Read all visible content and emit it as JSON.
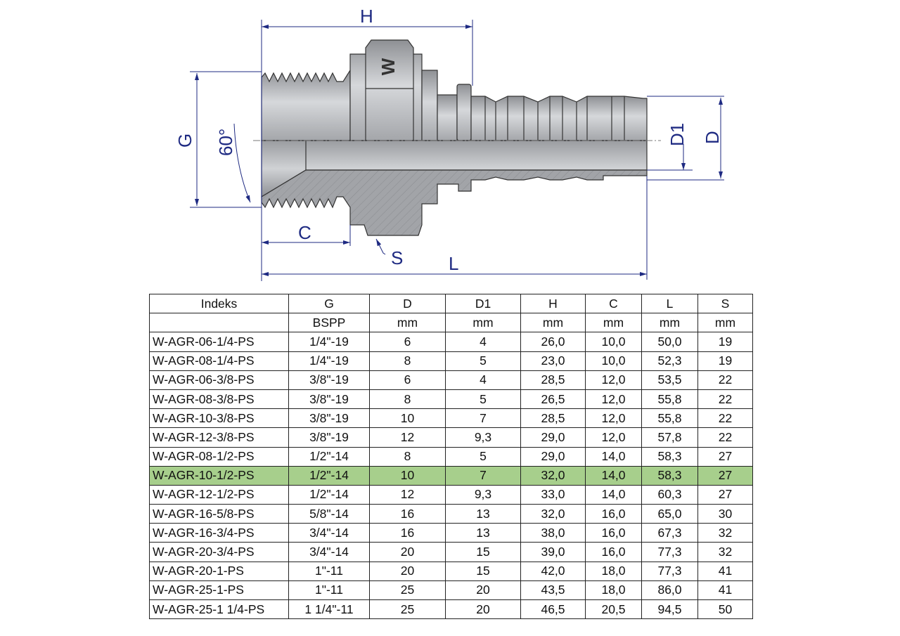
{
  "drawing": {
    "labels": {
      "H": "H",
      "G": "G",
      "angle": "60°",
      "C": "C",
      "S": "S",
      "L": "L",
      "D1": "D1",
      "D": "D"
    },
    "colors": {
      "dimension": "#1e2a82",
      "metal": "#b4b6ba",
      "section": "#9a9ca0",
      "highlight": "#a7cf8c"
    }
  },
  "table": {
    "headers": [
      "Indeks",
      "G",
      "D",
      "D1",
      "H",
      "C",
      "L",
      "S"
    ],
    "units": [
      "",
      "BSPP",
      "mm",
      "mm",
      "mm",
      "mm",
      "mm",
      "mm"
    ],
    "highlighted_row": 7,
    "rows": [
      [
        "W-AGR-06-1/4-PS",
        "1/4\"-19",
        "6",
        "4",
        "26,0",
        "10,0",
        "50,0",
        "19"
      ],
      [
        "W-AGR-08-1/4-PS",
        "1/4\"-19",
        "8",
        "5",
        "23,0",
        "10,0",
        "52,3",
        "19"
      ],
      [
        "W-AGR-06-3/8-PS",
        "3/8\"-19",
        "6",
        "4",
        "28,5",
        "12,0",
        "53,5",
        "22"
      ],
      [
        "W-AGR-08-3/8-PS",
        "3/8\"-19",
        "8",
        "5",
        "26,5",
        "12,0",
        "55,8",
        "22"
      ],
      [
        "W-AGR-10-3/8-PS",
        "3/8\"-19",
        "10",
        "7",
        "28,5",
        "12,0",
        "55,8",
        "22"
      ],
      [
        "W-AGR-12-3/8-PS",
        "3/8\"-19",
        "12",
        "9,3",
        "29,0",
        "12,0",
        "57,8",
        "22"
      ],
      [
        "W-AGR-08-1/2-PS",
        "1/2\"-14",
        "8",
        "5",
        "29,0",
        "14,0",
        "58,3",
        "27"
      ],
      [
        "W-AGR-10-1/2-PS",
        "1/2\"-14",
        "10",
        "7",
        "32,0",
        "14,0",
        "58,3",
        "27"
      ],
      [
        "W-AGR-12-1/2-PS",
        "1/2\"-14",
        "12",
        "9,3",
        "33,0",
        "14,0",
        "60,3",
        "27"
      ],
      [
        "W-AGR-16-5/8-PS",
        "5/8\"-14",
        "16",
        "13",
        "32,0",
        "16,0",
        "65,0",
        "30"
      ],
      [
        "W-AGR-16-3/4-PS",
        "3/4\"-14",
        "16",
        "13",
        "38,0",
        "16,0",
        "67,3",
        "32"
      ],
      [
        "W-AGR-20-3/4-PS",
        "3/4\"-14",
        "20",
        "15",
        "39,0",
        "16,0",
        "77,3",
        "32"
      ],
      [
        "W-AGR-20-1-PS",
        "1\"-11",
        "20",
        "15",
        "42,0",
        "18,0",
        "77,3",
        "41"
      ],
      [
        "W-AGR-25-1-PS",
        "1\"-11",
        "25",
        "20",
        "43,5",
        "18,0",
        "86,0",
        "41"
      ],
      [
        "W-AGR-25-1 1/4-PS",
        "1 1/4\"-11",
        "25",
        "20",
        "46,5",
        "20,5",
        "94,5",
        "50"
      ]
    ]
  }
}
